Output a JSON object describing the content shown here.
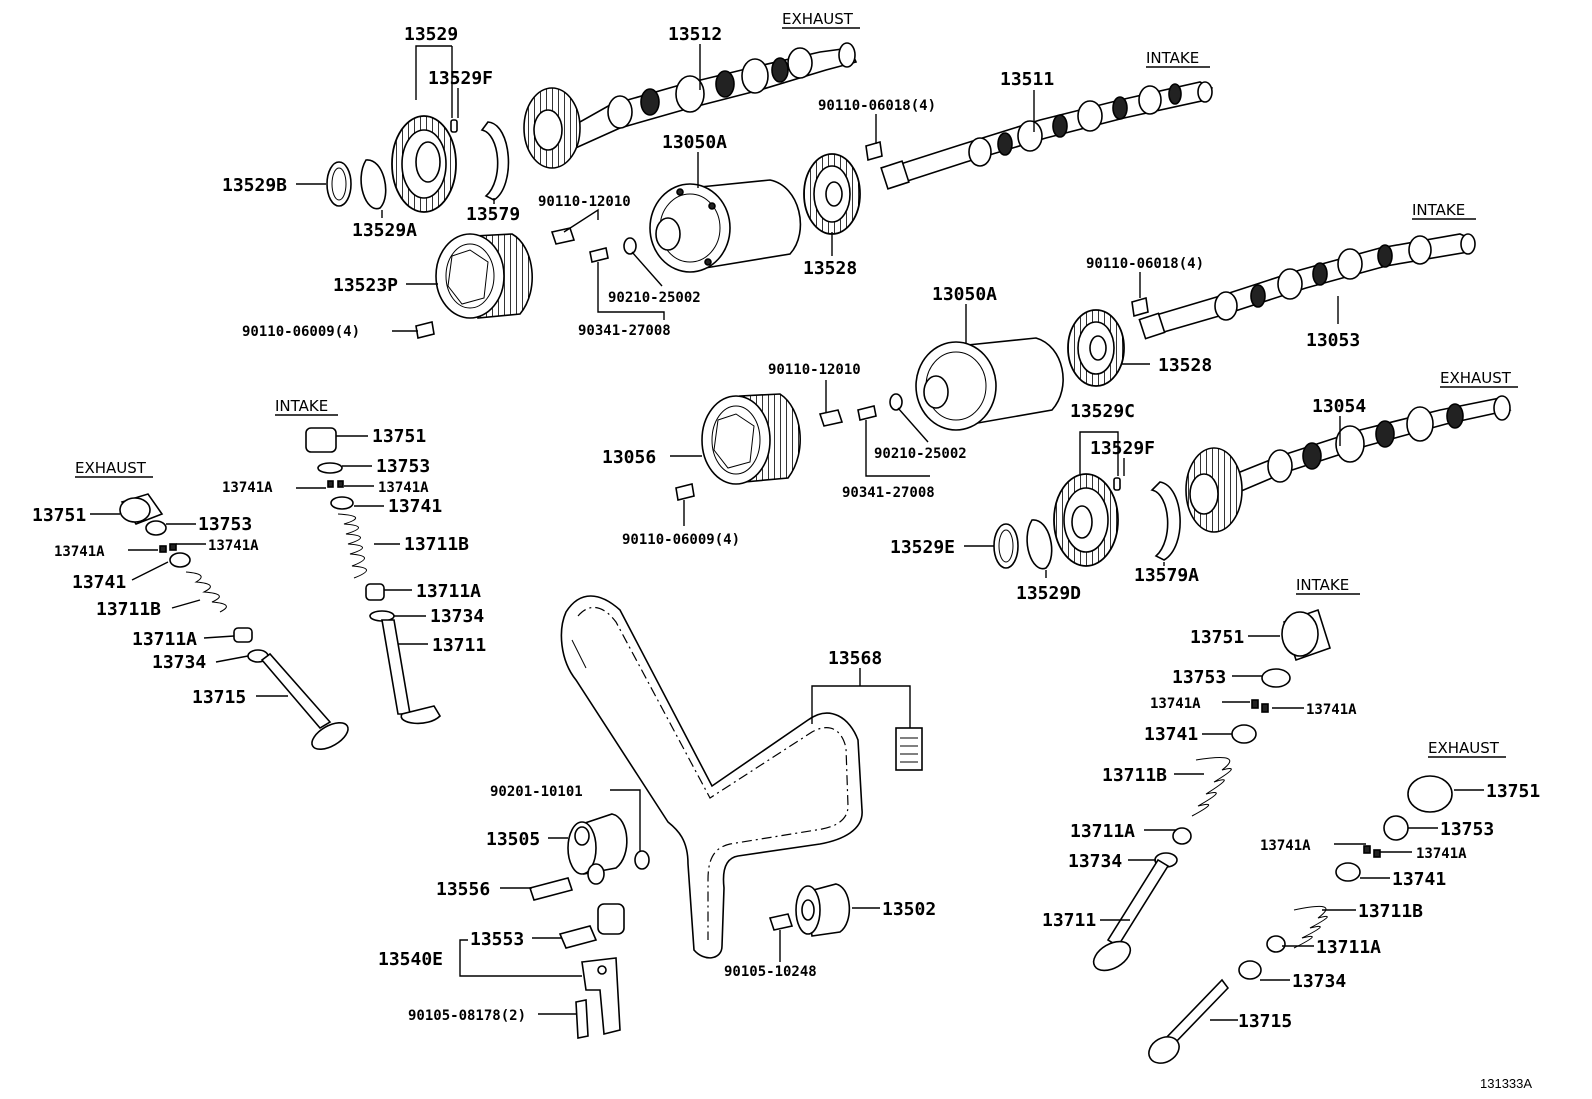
{
  "diagram": {
    "reference_code": "131333A",
    "section_headers": [
      {
        "id": "h1",
        "text": "EXHAUST"
      },
      {
        "id": "h2",
        "text": "INTAKE"
      },
      {
        "id": "h3",
        "text": "INTAKE"
      },
      {
        "id": "h4",
        "text": "EXHAUST"
      },
      {
        "id": "h5",
        "text": "INTAKE"
      },
      {
        "id": "h6",
        "text": "EXHAUST"
      },
      {
        "id": "h7",
        "text": "INTAKE"
      },
      {
        "id": "h8",
        "text": "EXHAUST"
      }
    ],
    "labels": [
      {
        "id": "l1",
        "text": "13529"
      },
      {
        "id": "l2",
        "text": "13529F"
      },
      {
        "id": "l3",
        "text": "13512"
      },
      {
        "id": "l4",
        "text": "13511"
      },
      {
        "id": "l5",
        "text": "90110-06018(4)"
      },
      {
        "id": "l6",
        "text": "13050A"
      },
      {
        "id": "l7",
        "text": "13529B"
      },
      {
        "id": "l8",
        "text": "13579"
      },
      {
        "id": "l9",
        "text": "13529A"
      },
      {
        "id": "l10",
        "text": "90110-12010"
      },
      {
        "id": "l11",
        "text": "13523P"
      },
      {
        "id": "l12",
        "text": "90210-25002"
      },
      {
        "id": "l13",
        "text": "90341-27008"
      },
      {
        "id": "l14",
        "text": "90110-06009(4)"
      },
      {
        "id": "l15",
        "text": "13528"
      },
      {
        "id": "l16",
        "text": "90110-06018(4)"
      },
      {
        "id": "l17",
        "text": "13053"
      },
      {
        "id": "l18",
        "text": "13050A"
      },
      {
        "id": "l19",
        "text": "13528"
      },
      {
        "id": "l20",
        "text": "90110-12010"
      },
      {
        "id": "l21",
        "text": "13054"
      },
      {
        "id": "l22",
        "text": "13056"
      },
      {
        "id": "l23",
        "text": "13529C"
      },
      {
        "id": "l24",
        "text": "13529F"
      },
      {
        "id": "l25",
        "text": "90210-25002"
      },
      {
        "id": "l26",
        "text": "90341-27008"
      },
      {
        "id": "l27",
        "text": "90110-06009(4)"
      },
      {
        "id": "l28",
        "text": "13529E"
      },
      {
        "id": "l29",
        "text": "13529D"
      },
      {
        "id": "l30",
        "text": "13579A"
      },
      {
        "id": "l31",
        "text": "13751"
      },
      {
        "id": "l32",
        "text": "13753"
      },
      {
        "id": "l33",
        "text": "13741A"
      },
      {
        "id": "l34",
        "text": "13741A"
      },
      {
        "id": "l35",
        "text": "13741"
      },
      {
        "id": "l36",
        "text": "13711B"
      },
      {
        "id": "l37",
        "text": "13711A"
      },
      {
        "id": "l38",
        "text": "13734"
      },
      {
        "id": "l39",
        "text": "13711"
      },
      {
        "id": "l40",
        "text": "13751"
      },
      {
        "id": "l41",
        "text": "13753"
      },
      {
        "id": "l42",
        "text": "13741A"
      },
      {
        "id": "l43",
        "text": "13741A"
      },
      {
        "id": "l44",
        "text": "13741"
      },
      {
        "id": "l45",
        "text": "13711B"
      },
      {
        "id": "l46",
        "text": "13711A"
      },
      {
        "id": "l47",
        "text": "13734"
      },
      {
        "id": "l48",
        "text": "13715"
      },
      {
        "id": "l49",
        "text": "13568"
      },
      {
        "id": "l50",
        "text": "90201-10101"
      },
      {
        "id": "l51",
        "text": "13505"
      },
      {
        "id": "l52",
        "text": "13556"
      },
      {
        "id": "l53",
        "text": "13553"
      },
      {
        "id": "l54",
        "text": "13540E"
      },
      {
        "id": "l55",
        "text": "90105-08178(2)"
      },
      {
        "id": "l56",
        "text": "13502"
      },
      {
        "id": "l57",
        "text": "90105-10248"
      },
      {
        "id": "l58",
        "text": "13751"
      },
      {
        "id": "l59",
        "text": "13753"
      },
      {
        "id": "l60",
        "text": "13741A"
      },
      {
        "id": "l61",
        "text": "13741A"
      },
      {
        "id": "l62",
        "text": "13741"
      },
      {
        "id": "l63",
        "text": "13711B"
      },
      {
        "id": "l64",
        "text": "13711A"
      },
      {
        "id": "l65",
        "text": "13734"
      },
      {
        "id": "l66",
        "text": "13711"
      },
      {
        "id": "l67",
        "text": "13751"
      },
      {
        "id": "l68",
        "text": "13753"
      },
      {
        "id": "l69",
        "text": "13741A"
      },
      {
        "id": "l70",
        "text": "13741A"
      },
      {
        "id": "l71",
        "text": "13741"
      },
      {
        "id": "l72",
        "text": "13711B"
      },
      {
        "id": "l73",
        "text": "13711A"
      },
      {
        "id": "l74",
        "text": "13734"
      },
      {
        "id": "l75",
        "text": "13715"
      }
    ]
  }
}
